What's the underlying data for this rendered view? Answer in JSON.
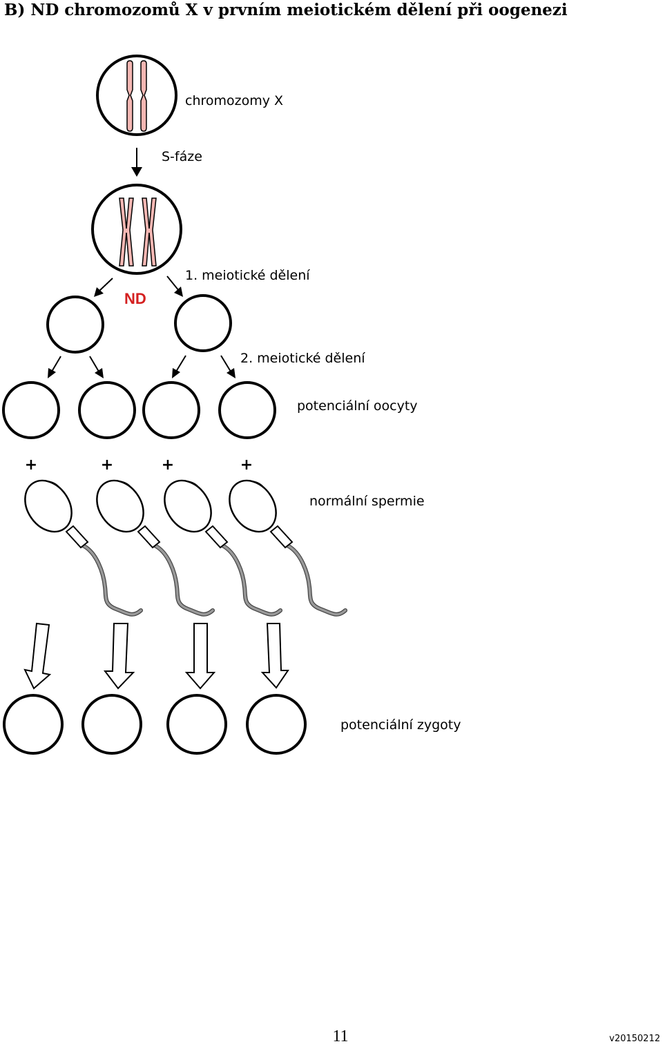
{
  "title": "B) ND chromozomů X v prvním meiotickém dělení při oogenezi",
  "labels": {
    "chromosomes": "chromozomy  X",
    "s_phase": "S-fáze",
    "nd": "ND",
    "meiosis1": "1. meiotické dělení",
    "meiosis2": "2. meiotické dělení",
    "oocytes": "potenciální oocyty",
    "sperm": "normální spermie",
    "zygotes": "potenciální zygoty"
  },
  "plus_signs": [
    "+",
    "+",
    "+",
    "+"
  ],
  "footer": {
    "page_number": "11",
    "version": "v20150212"
  },
  "colors": {
    "chromosome_fill": "#f4b7b3",
    "nd_text": "#d42020"
  }
}
